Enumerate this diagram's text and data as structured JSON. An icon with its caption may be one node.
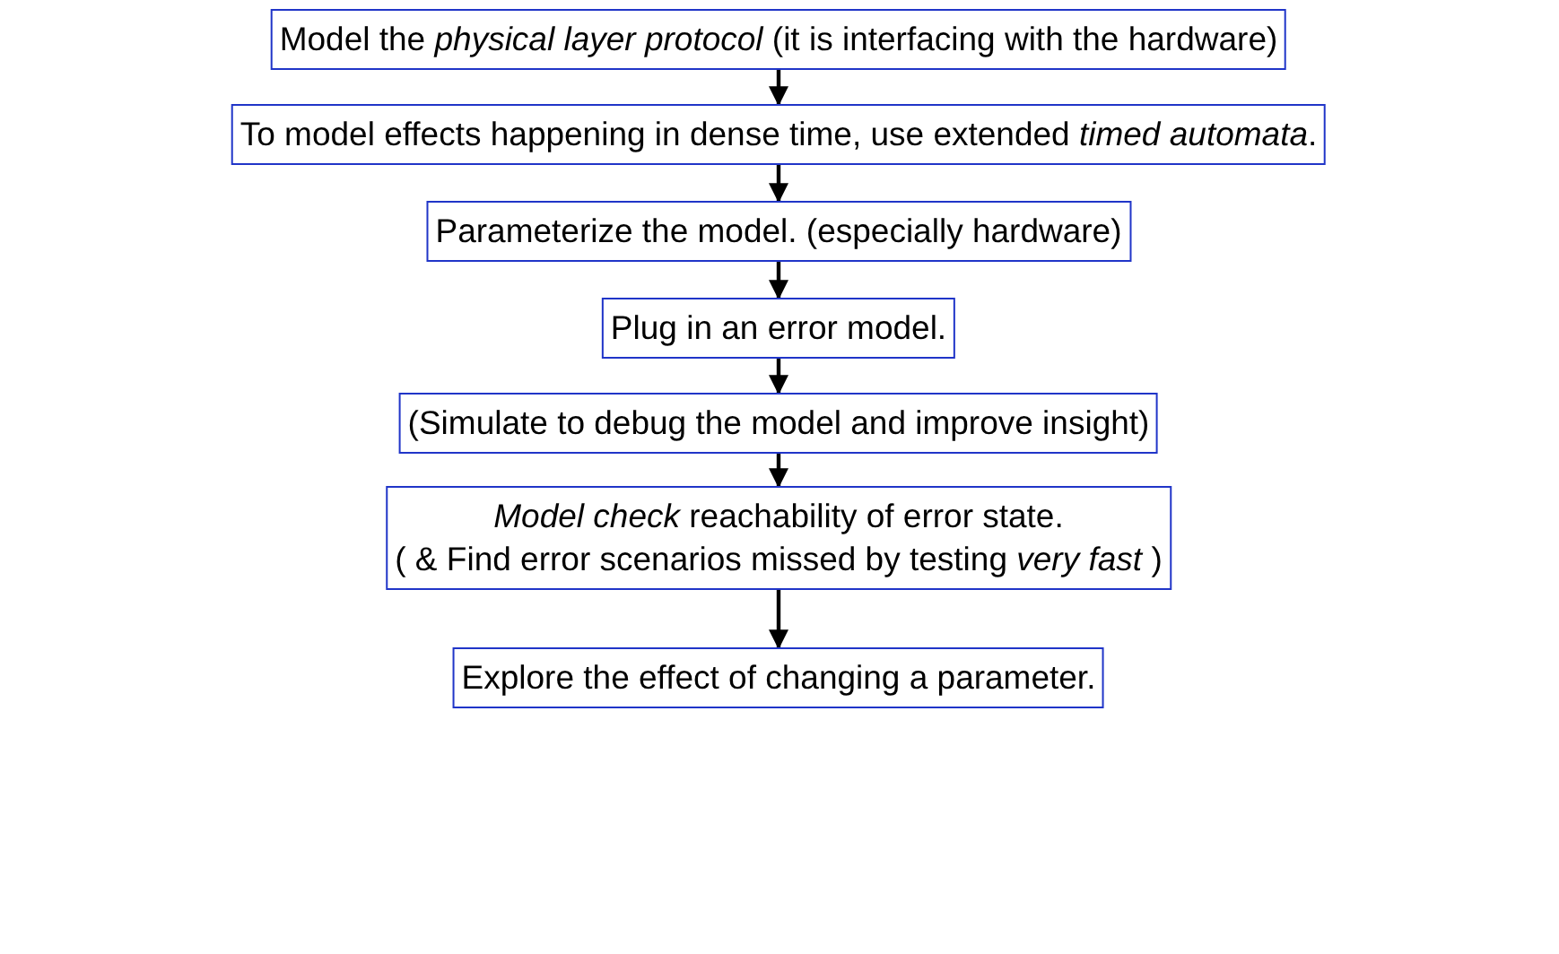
{
  "diagram": {
    "nodes": [
      {
        "text": [
          "Model the *physical layer protocol* (it is interfacing with the hardware)"
        ]
      },
      {
        "text": [
          "To model effects happening in dense time, use extended *timed automata*."
        ]
      },
      {
        "text": [
          "Parameterize the model. (especially hardware)"
        ]
      },
      {
        "text": [
          "Plug in an error model."
        ]
      },
      {
        "text": [
          "(Simulate to debug the model and improve insight)"
        ]
      },
      {
        "text": [
          "*Model check* reachability of error state.",
          "( & Find error scenarios missed by testing *very fast* )"
        ]
      },
      {
        "text": [
          "Explore the effect of changing a parameter."
        ]
      }
    ],
    "edges": [
      {
        "from": 0,
        "to": 1,
        "arrow": "to"
      },
      {
        "from": 1,
        "to": 2,
        "arrow": "to"
      },
      {
        "from": 2,
        "to": 3,
        "arrow": "to"
      },
      {
        "from": 3,
        "to": 4,
        "arrow": "to"
      },
      {
        "from": 4,
        "to": 5,
        "arrow": "to"
      },
      {
        "from": 5,
        "to": 6,
        "arrow": "to"
      }
    ]
  }
}
